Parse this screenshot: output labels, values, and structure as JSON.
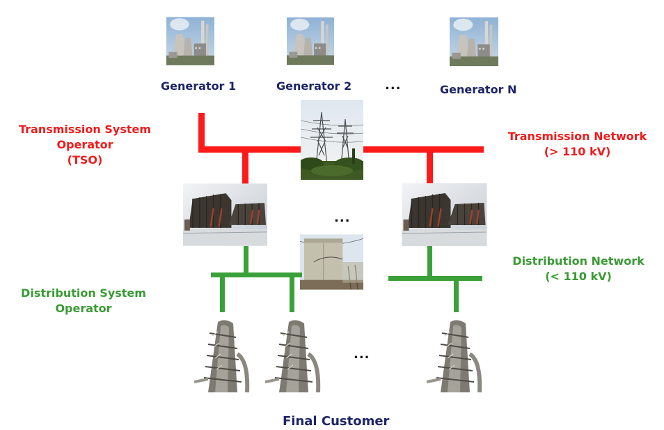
{
  "generators": {
    "labels": [
      "Generator 1",
      "Generator 2",
      "Generator N"
    ],
    "ellipsis": "..."
  },
  "transmission": {
    "operator_label_lines": [
      "Transmission System",
      "Operator",
      "(TSO)"
    ],
    "network_label_lines": [
      "Transmission Network",
      "(> 110 kV)"
    ],
    "color": "#ff1a1a"
  },
  "substations": {
    "ellipsis": "..."
  },
  "distribution": {
    "operator_label_lines": [
      "Distribution System",
      "Operator"
    ],
    "network_label_lines": [
      "Distribution Network",
      "(< 110 kV)"
    ],
    "color": "#3aa13a"
  },
  "customers": {
    "ellipsis": "...",
    "label": "Final Customer"
  },
  "icons": {
    "generator": "power-plant-icon",
    "tower": "transmission-tower-icon",
    "substation": "substation-transformer-icon",
    "distribution_box": "distribution-cabinet-icon",
    "customer": "industrial-customer-icon"
  }
}
